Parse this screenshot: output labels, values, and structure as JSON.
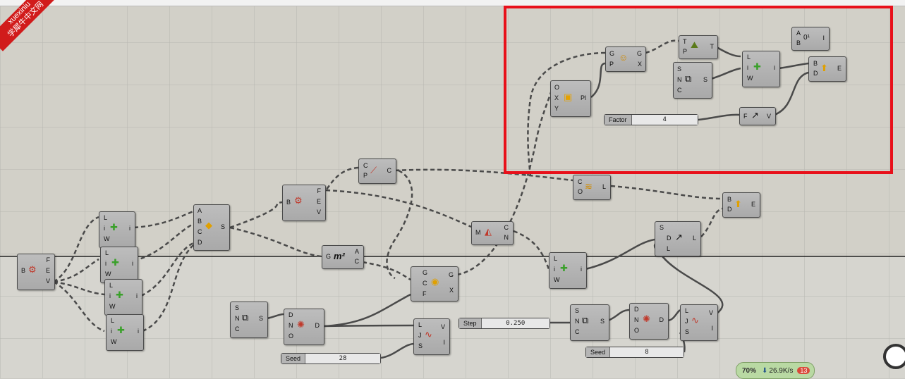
{
  "watermark": {
    "line1": "xuexiniu",
    "line2": "学犀牛中文网"
  },
  "sliders": {
    "factor": {
      "label": "Factor",
      "value": "4"
    },
    "step": {
      "label": "Step",
      "value": "0.250"
    },
    "seed_left": {
      "label": "Seed",
      "value": "28"
    },
    "seed_right": {
      "label": "Seed",
      "value": "8"
    }
  },
  "components": {
    "plane": {
      "inputs": [
        "O",
        "X",
        "Y"
      ],
      "outputs": [
        "Pl"
      ]
    },
    "gp": {
      "inputs": [
        "G",
        "P"
      ],
      "outputs": [
        "G",
        "X"
      ]
    },
    "tp": {
      "inputs": [
        "T",
        "P"
      ],
      "outputs": [
        "T"
      ]
    },
    "snc_top": {
      "inputs": [
        "S",
        "N",
        "C"
      ],
      "outputs": [
        "S"
      ]
    },
    "liw_top": {
      "inputs": [
        "L",
        "i",
        "W"
      ],
      "outputs": [
        "i"
      ]
    },
    "ab_top": {
      "inputs": [
        "A",
        "B"
      ],
      "outputs": [
        "I"
      ]
    },
    "bd_top": {
      "inputs": [
        "B",
        "D"
      ],
      "outputs": [
        "E"
      ]
    },
    "fv": {
      "inputs": [
        "F"
      ],
      "outputs": [
        "V"
      ]
    },
    "cp_mid": {
      "inputs": [
        "C",
        "P"
      ],
      "outputs": [
        "C"
      ]
    },
    "co_mid": {
      "inputs": [
        "C",
        "O"
      ],
      "outputs": [
        "L"
      ]
    },
    "bd_mid": {
      "inputs": [
        "B",
        "D"
      ],
      "outputs": [
        "E"
      ]
    },
    "bfev_mid": {
      "inputs": [
        "B"
      ],
      "outputs": [
        "F",
        "E",
        "V"
      ]
    },
    "abcd": {
      "inputs": [
        "A",
        "B",
        "C",
        "D"
      ],
      "outputs": [
        "S"
      ]
    },
    "mcn": {
      "inputs": [
        "M"
      ],
      "outputs": [
        "C",
        "N"
      ]
    },
    "sdl": {
      "inputs": [
        "S",
        "D",
        "L"
      ],
      "outputs": [
        "L"
      ]
    },
    "area": {
      "inputs": [
        "G"
      ],
      "outputs": [
        "A",
        "C"
      ]
    },
    "liw_mid": {
      "inputs": [
        "L",
        "i",
        "W"
      ],
      "outputs": [
        "i"
      ]
    },
    "gcf": {
      "inputs": [
        "G",
        "C",
        "F"
      ],
      "outputs": [
        "G",
        "X"
      ]
    },
    "bfev_left": {
      "inputs": [
        "B"
      ],
      "outputs": [
        "F",
        "E",
        "V"
      ]
    },
    "liw_1": {
      "inputs": [
        "L",
        "i",
        "W"
      ],
      "outputs": [
        "i"
      ]
    },
    "liw_2": {
      "inputs": [
        "L",
        "i",
        "W"
      ],
      "outputs": [
        "i"
      ]
    },
    "liw_3": {
      "inputs": [
        "L",
        "i",
        "W"
      ],
      "outputs": [
        "i"
      ]
    },
    "liw_4": {
      "inputs": [
        "L",
        "i",
        "W"
      ],
      "outputs": [
        "i"
      ]
    },
    "snc_bot": {
      "inputs": [
        "S",
        "N",
        "C"
      ],
      "outputs": [
        "S"
      ]
    },
    "dno_bot": {
      "inputs": [
        "D",
        "N",
        "O"
      ],
      "outputs": [
        "D"
      ]
    },
    "ljs_bot": {
      "inputs": [
        "L",
        "J",
        "S"
      ],
      "outputs": [
        "V",
        "I"
      ]
    },
    "snc_bot2": {
      "inputs": [
        "S",
        "N",
        "C"
      ],
      "outputs": [
        "S"
      ]
    },
    "dno_bot2": {
      "inputs": [
        "D",
        "N",
        "O"
      ],
      "outputs": [
        "D"
      ]
    },
    "ljs_bot2": {
      "inputs": [
        "L",
        "J",
        "S"
      ],
      "outputs": [
        "V",
        "I"
      ]
    }
  },
  "status": {
    "percent": "70%",
    "speed": "26.9K/s",
    "notifications": "13"
  },
  "colors": {
    "canvas": "#c9c8c2",
    "highlight": "#e8101a",
    "wire": "#4a4a4a"
  }
}
